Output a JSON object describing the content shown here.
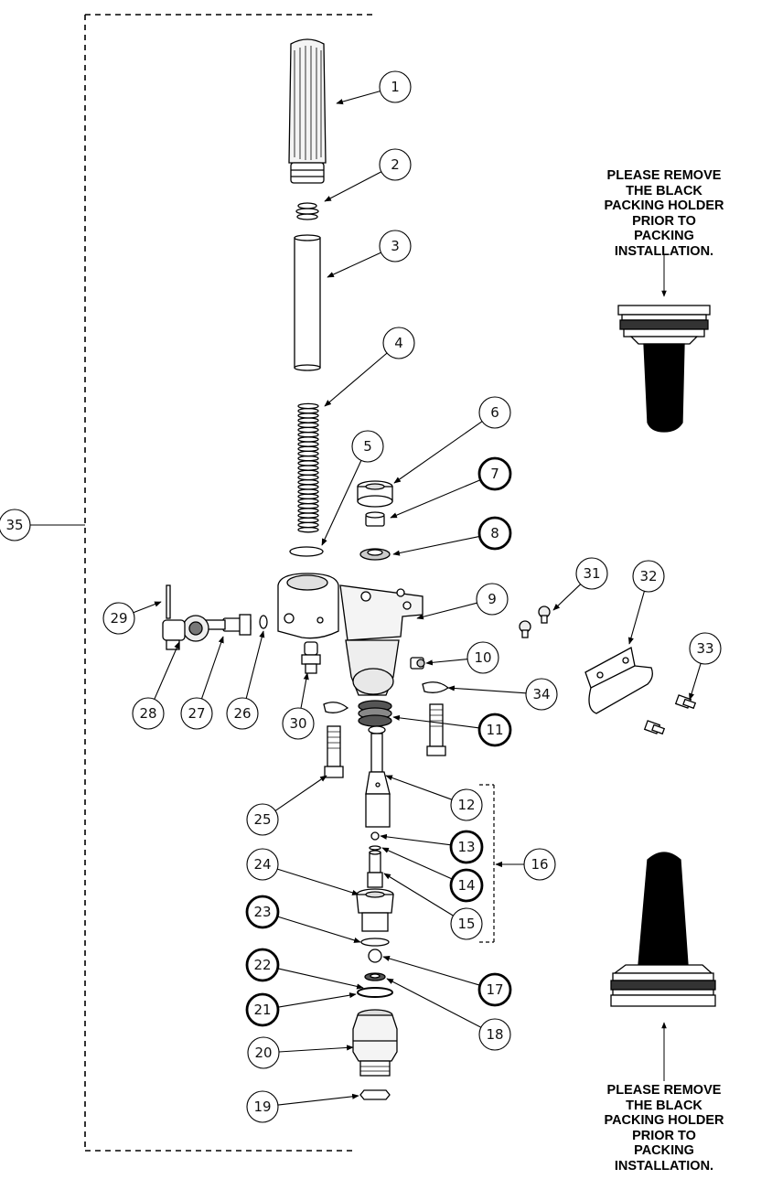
{
  "notes": {
    "top": [
      "PLEASE REMOVE",
      "THE BLACK",
      "PACKING HOLDER",
      "PRIOR TO",
      "PACKING",
      "INSTALLATION."
    ],
    "bottom": [
      "PLEASE REMOVE",
      "THE BLACK",
      "PACKING HOLDER",
      "PRIOR TO",
      "PACKING",
      "INSTALLATION."
    ]
  },
  "callouts": [
    {
      "label": "1",
      "bold": false
    },
    {
      "label": "2",
      "bold": false
    },
    {
      "label": "3",
      "bold": false
    },
    {
      "label": "4",
      "bold": false
    },
    {
      "label": "5",
      "bold": false
    },
    {
      "label": "6",
      "bold": false
    },
    {
      "label": "7",
      "bold": true
    },
    {
      "label": "8",
      "bold": true
    },
    {
      "label": "9",
      "bold": false
    },
    {
      "label": "10",
      "bold": false
    },
    {
      "label": "11",
      "bold": true
    },
    {
      "label": "12",
      "bold": false
    },
    {
      "label": "13",
      "bold": true
    },
    {
      "label": "14",
      "bold": true
    },
    {
      "label": "15",
      "bold": false
    },
    {
      "label": "16",
      "bold": false
    },
    {
      "label": "17",
      "bold": true
    },
    {
      "label": "18",
      "bold": false
    },
    {
      "label": "19",
      "bold": false
    },
    {
      "label": "20",
      "bold": false
    },
    {
      "label": "21",
      "bold": true
    },
    {
      "label": "22",
      "bold": true
    },
    {
      "label": "23",
      "bold": true
    },
    {
      "label": "24",
      "bold": false
    },
    {
      "label": "25",
      "bold": false
    },
    {
      "label": "26",
      "bold": false
    },
    {
      "label": "27",
      "bold": false
    },
    {
      "label": "28",
      "bold": false
    },
    {
      "label": "29",
      "bold": false
    },
    {
      "label": "30",
      "bold": false
    },
    {
      "label": "31",
      "bold": false
    },
    {
      "label": "32",
      "bold": false
    },
    {
      "label": "33",
      "bold": false
    },
    {
      "label": "34",
      "bold": false
    },
    {
      "label": "35",
      "bold": false
    }
  ]
}
